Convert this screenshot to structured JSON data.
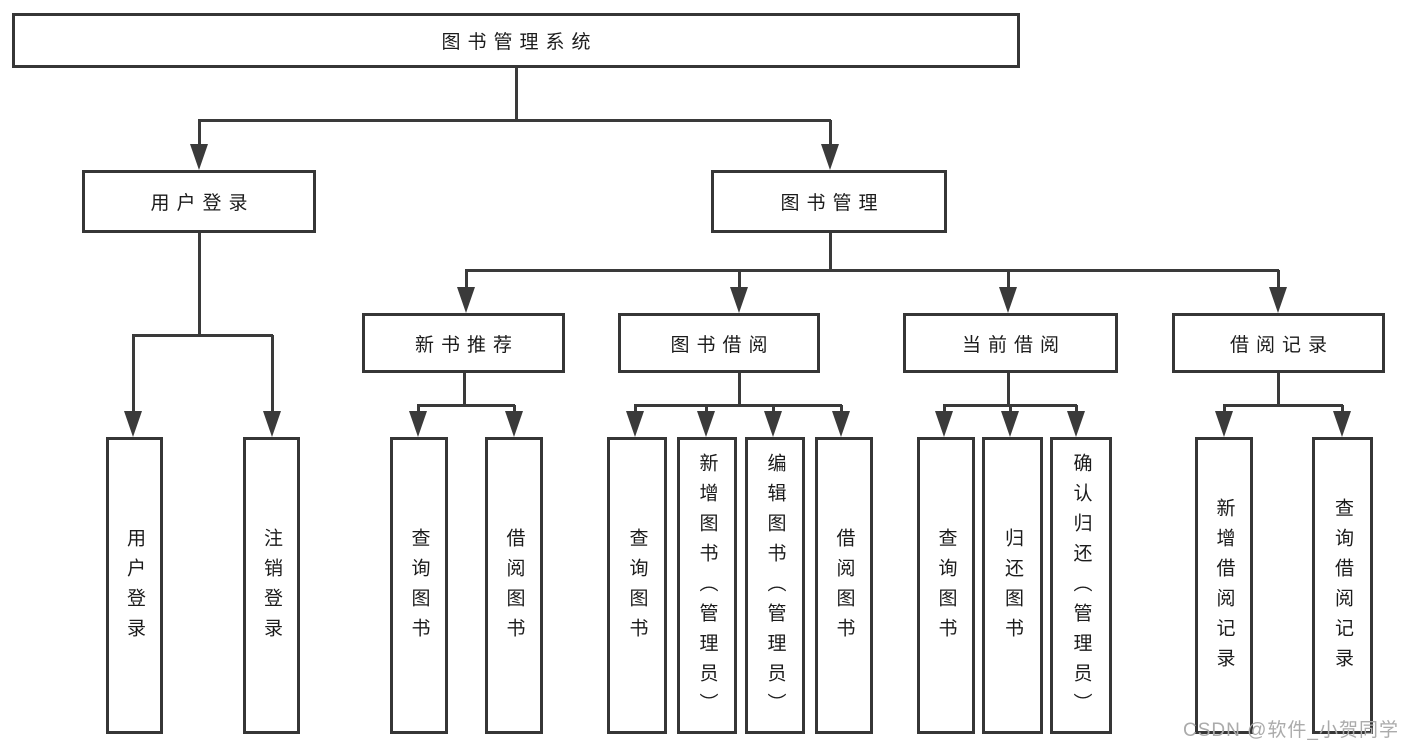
{
  "colors": {
    "line": "#3a3a3a",
    "box_border": "#363636",
    "text": "#1b1b1b",
    "watermark": "#ababab",
    "background": "#ffffff"
  },
  "nodes": {
    "root": "图书管理系统",
    "user_login": "用户登录",
    "book_mgmt": "图书管理",
    "new_book_rec": "新书推荐",
    "book_borrow": "图书借阅",
    "current_borrow": "当前借阅",
    "borrow_records": "借阅记录",
    "leaf_user_login": "用户登录",
    "leaf_logout": "注销登录",
    "leaf_nb_query": "查询图书",
    "leaf_nb_borrow": "借阅图书",
    "leaf_bb_query": "查询图书",
    "leaf_bb_add": "新增图书（管理员）",
    "leaf_bb_edit": "编辑图书（管理员）",
    "leaf_bb_borrow": "借阅图书",
    "leaf_cb_query": "查询图书",
    "leaf_cb_return": "归还图书",
    "leaf_cb_confirm": "确认归还（管理员）",
    "leaf_br_add": "新增借阅记录",
    "leaf_br_query": "查询借阅记录"
  },
  "watermark": "CSDN @软件_小贺同学"
}
